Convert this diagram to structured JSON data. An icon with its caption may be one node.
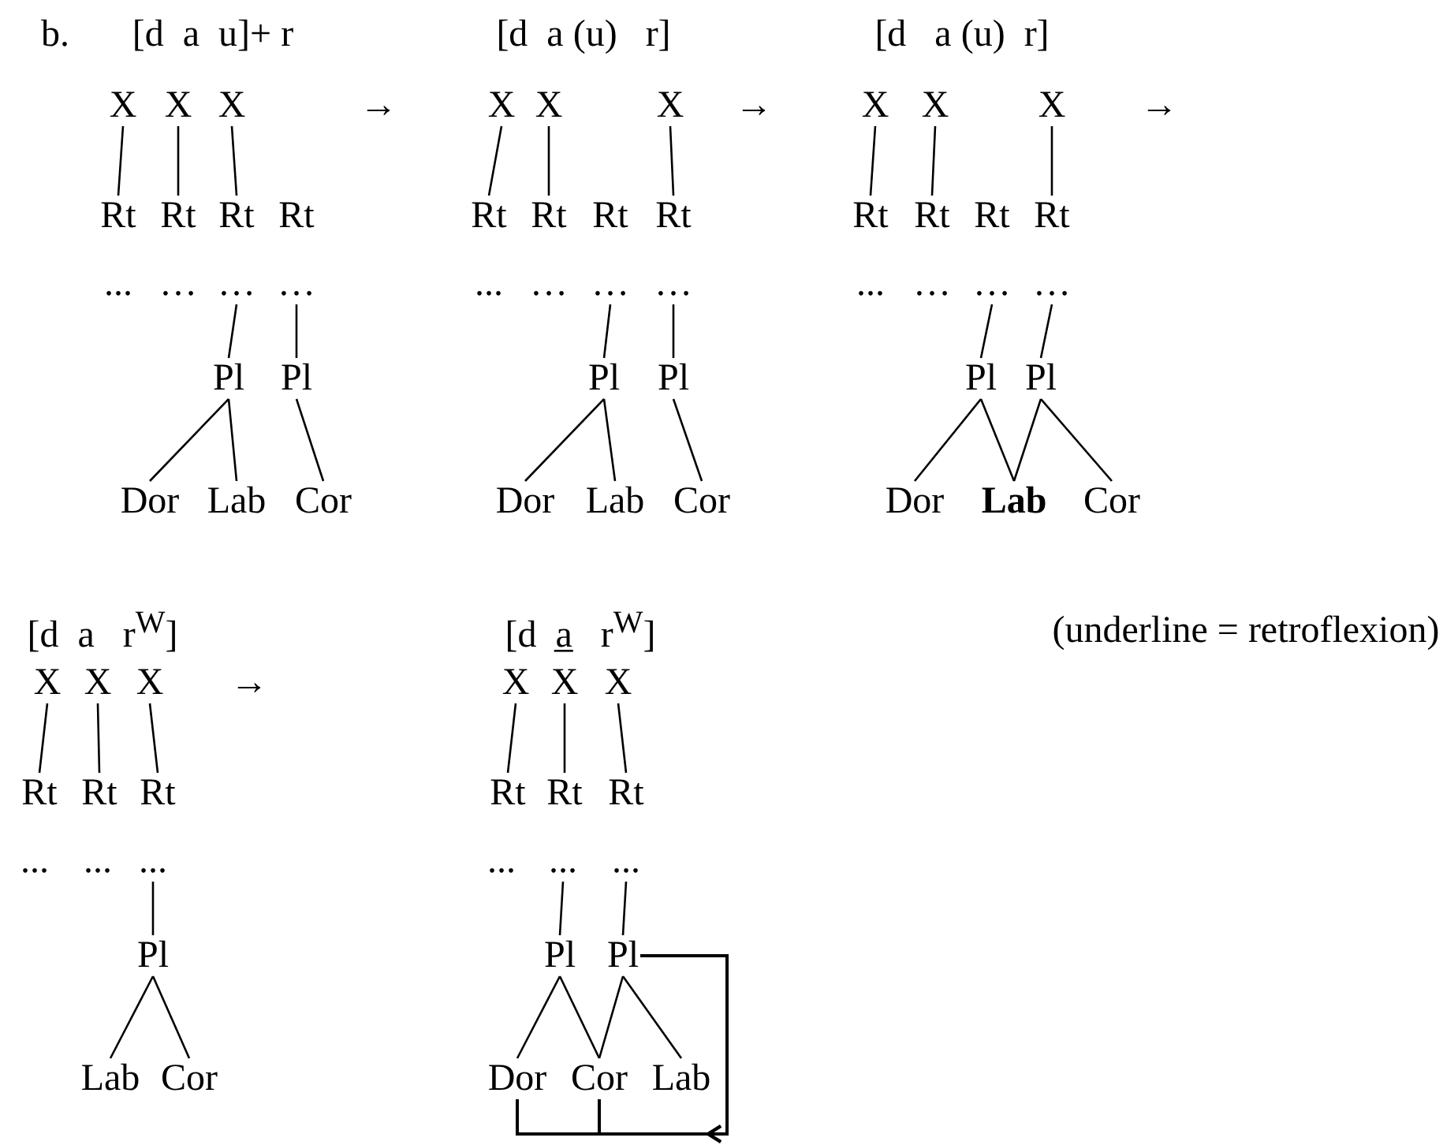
{
  "diagram": {
    "nodes": [
      {
        "text": [
          "X"
        ]
      },
      {
        "text": [
          "X"
        ]
      },
      {
        "text": [
          "X"
        ]
      },
      {
        "text": [
          "Rt"
        ]
      },
      {
        "text": [
          "Rt"
        ]
      },
      {
        "text": [
          "Rt"
        ]
      },
      {
        "text": [
          "Rt"
        ]
      },
      {
        "text": [
          "..."
        ]
      },
      {
        "text": [
          "…"
        ]
      },
      {
        "text": [
          "…"
        ]
      },
      {
        "text": [
          "…"
        ]
      },
      {
        "text": [
          "Pl"
        ]
      },
      {
        "text": [
          "Pl"
        ]
      },
      {
        "text": [
          "Dor"
        ]
      },
      {
        "text": [
          "Lab"
        ]
      },
      {
        "text": [
          "Cor"
        ]
      },
      {
        "text": [
          "X"
        ]
      },
      {
        "text": [
          "X"
        ]
      },
      {
        "text": [
          "X"
        ]
      },
      {
        "text": [
          "Rt"
        ]
      },
      {
        "text": [
          "Rt"
        ]
      },
      {
        "text": [
          "Rt"
        ]
      },
      {
        "text": [
          "Rt"
        ]
      },
      {
        "text": [
          "..."
        ]
      },
      {
        "text": [
          "…"
        ]
      },
      {
        "text": [
          "…"
        ]
      },
      {
        "text": [
          "…"
        ]
      },
      {
        "text": [
          "Pl"
        ]
      },
      {
        "text": [
          "Pl"
        ]
      },
      {
        "text": [
          "Dor"
        ]
      },
      {
        "text": [
          "Lab"
        ]
      },
      {
        "text": [
          "Cor"
        ]
      },
      {
        "text": [
          "X"
        ]
      },
      {
        "text": [
          "X"
        ]
      },
      {
        "text": [
          "X"
        ]
      },
      {
        "text": [
          "Rt"
        ]
      },
      {
        "text": [
          "Rt"
        ]
      },
      {
        "text": [
          "Rt"
        ]
      },
      {
        "text": [
          "Rt"
        ]
      },
      {
        "text": [
          "..."
        ]
      },
      {
        "text": [
          "…"
        ]
      },
      {
        "text": [
          "…"
        ]
      },
      {
        "text": [
          "…"
        ]
      },
      {
        "text": [
          "Pl"
        ]
      },
      {
        "text": [
          "Pl"
        ]
      },
      {
        "text": [
          "Dor"
        ]
      },
      {
        "text": [
          "Lab"
        ]
      },
      {
        "text": [
          "Cor"
        ]
      },
      {
        "text": [
          "X"
        ]
      },
      {
        "text": [
          "X"
        ]
      },
      {
        "text": [
          "X"
        ]
      },
      {
        "text": [
          "Rt"
        ]
      },
      {
        "text": [
          "Rt"
        ]
      },
      {
        "text": [
          "Rt"
        ]
      },
      {
        "text": [
          "..."
        ]
      },
      {
        "text": [
          "..."
        ]
      },
      {
        "text": [
          "..."
        ]
      },
      {
        "text": [
          "Pl"
        ]
      },
      {
        "text": [
          "Lab"
        ]
      },
      {
        "text": [
          "Cor"
        ]
      },
      {
        "text": [
          "X"
        ]
      },
      {
        "text": [
          "X"
        ]
      },
      {
        "text": [
          "X"
        ]
      },
      {
        "text": [
          "Rt"
        ]
      },
      {
        "text": [
          "Rt"
        ]
      },
      {
        "text": [
          "Rt"
        ]
      },
      {
        "text": [
          "..."
        ]
      },
      {
        "text": [
          "..."
        ]
      },
      {
        "text": [
          "..."
        ]
      },
      {
        "text": [
          "Pl"
        ]
      },
      {
        "text": [
          "Pl"
        ]
      },
      {
        "text": [
          "Dor"
        ]
      },
      {
        "text": [
          "Cor"
        ]
      },
      {
        "text": [
          "Lab"
        ]
      }
    ],
    "edges": [
      {
        "from": 0,
        "to": 3,
        "arrow": "none"
      },
      {
        "from": 1,
        "to": 4,
        "arrow": "none"
      },
      {
        "from": 2,
        "to": 5,
        "arrow": "none"
      },
      {
        "from": 9,
        "to": 11,
        "arrow": "none"
      },
      {
        "from": 10,
        "to": 12,
        "arrow": "none"
      },
      {
        "from": 11,
        "to": 13,
        "arrow": "none"
      },
      {
        "from": 11,
        "to": 14,
        "arrow": "none"
      },
      {
        "from": 12,
        "to": 15,
        "arrow": "none"
      },
      {
        "from": 16,
        "to": 19,
        "arrow": "none"
      },
      {
        "from": 17,
        "to": 20,
        "arrow": "none"
      },
      {
        "from": 18,
        "to": 22,
        "arrow": "none"
      },
      {
        "from": 25,
        "to": 27,
        "arrow": "none"
      },
      {
        "from": 26,
        "to": 28,
        "arrow": "none"
      },
      {
        "from": 27,
        "to": 29,
        "arrow": "none"
      },
      {
        "from": 27,
        "to": 30,
        "arrow": "none"
      },
      {
        "from": 28,
        "to": 31,
        "arrow": "none"
      },
      {
        "from": 32,
        "to": 35,
        "arrow": "none"
      },
      {
        "from": 33,
        "to": 36,
        "arrow": "none"
      },
      {
        "from": 34,
        "to": 38,
        "arrow": "none"
      },
      {
        "from": 41,
        "to": 43,
        "arrow": "none"
      },
      {
        "from": 42,
        "to": 44,
        "arrow": "none"
      },
      {
        "from": 43,
        "to": 45,
        "arrow": "none"
      },
      {
        "from": 43,
        "to": 46,
        "arrow": "none"
      },
      {
        "from": 44,
        "to": 46,
        "arrow": "none"
      },
      {
        "from": 44,
        "to": 47,
        "arrow": "none"
      },
      {
        "from": 48,
        "to": 51,
        "arrow": "none"
      },
      {
        "from": 49,
        "to": 52,
        "arrow": "none"
      },
      {
        "from": 50,
        "to": 53,
        "arrow": "none"
      },
      {
        "from": 56,
        "to": 57,
        "arrow": "none"
      },
      {
        "from": 57,
        "to": 58,
        "arrow": "none"
      },
      {
        "from": 57,
        "to": 59,
        "arrow": "none"
      },
      {
        "from": 60,
        "to": 63,
        "arrow": "none"
      },
      {
        "from": 61,
        "to": 64,
        "arrow": "none"
      },
      {
        "from": 62,
        "to": 65,
        "arrow": "none"
      },
      {
        "from": 67,
        "to": 69,
        "arrow": "none"
      },
      {
        "from": 68,
        "to": 70,
        "arrow": "none"
      },
      {
        "from": 69,
        "to": 71,
        "arrow": "none"
      },
      {
        "from": 69,
        "to": 72,
        "arrow": "none"
      },
      {
        "from": 70,
        "to": 72,
        "arrow": "none"
      },
      {
        "from": 70,
        "to": 73,
        "arrow": "none"
      },
      {
        "from": 70,
        "to": 71,
        "arrow": "to"
      },
      {
        "from": 70,
        "to": 72,
        "arrow": "to"
      }
    ],
    "labels": [
      "b.",
      "[d  a  u]+ r",
      "→",
      "[d  a (u)   r]",
      "→",
      "[d   a (u)  r]",
      "→",
      "[d  a   r$^{W}$]",
      "→",
      "[d  a̲   r$^{W}$]",
      "(underline = retroflexion)"
    ]
  }
}
